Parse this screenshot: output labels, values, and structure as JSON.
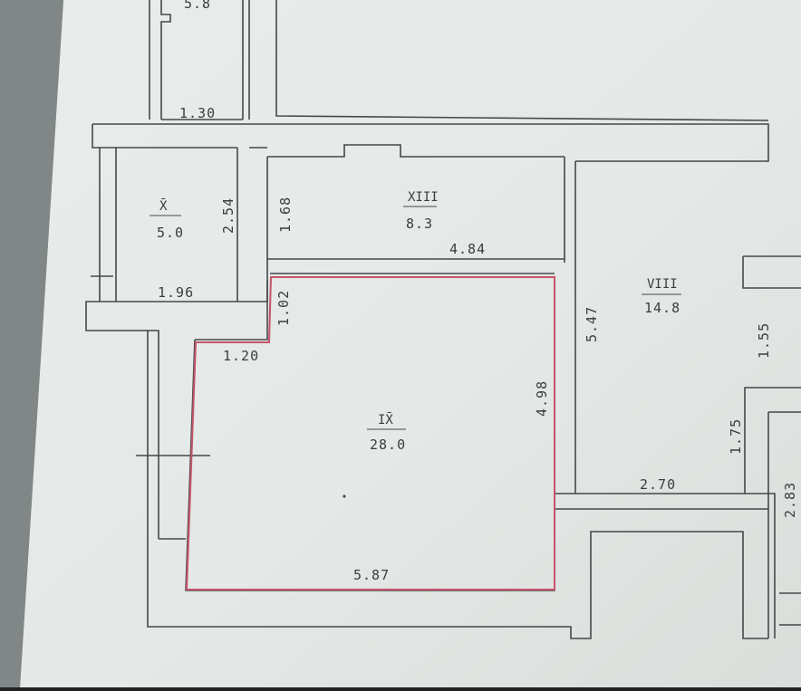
{
  "floor_plan": {
    "highlight_color": "#c4556a",
    "rooms": [
      {
        "id": "room-top-left",
        "area": "5.8"
      },
      {
        "id": "room-x",
        "numeral": "X̄",
        "area": "5.0"
      },
      {
        "id": "room-xiii",
        "numeral": "XIII",
        "area": "8.3"
      },
      {
        "id": "room-ix",
        "numeral": "IX̄",
        "area": "28.0"
      },
      {
        "id": "room-viii",
        "numeral": "VIII",
        "area": "14.8"
      }
    ],
    "dimensions": {
      "d_1_30": "1.30",
      "d_2_54": "2.54",
      "d_1_96": "1.96",
      "d_1_68": "1.68",
      "d_4_84": "4.84",
      "d_1_02": "1.02",
      "d_1_20": "1.20",
      "d_5_47": "5.47",
      "d_4_98": "4.98",
      "d_5_87": "5.87",
      "d_1_55": "1.55",
      "d_1_75": "1.75",
      "d_2_70": "2.70",
      "d_2_83": "2.83"
    }
  }
}
